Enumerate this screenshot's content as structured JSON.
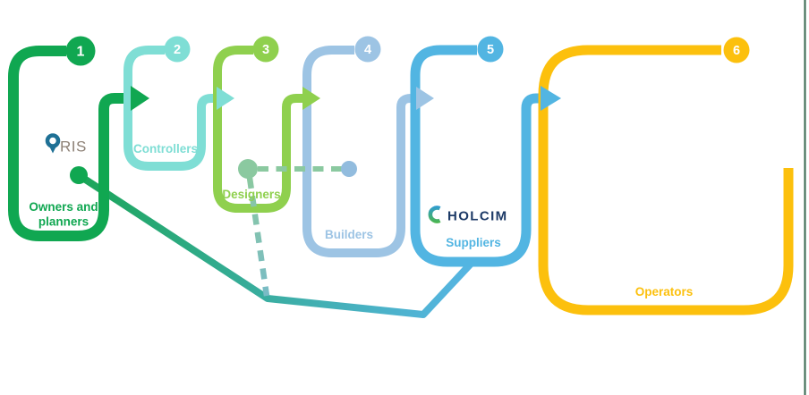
{
  "diagram": {
    "stages": [
      {
        "number": "1",
        "label_line1": "Owners and",
        "label_line2": "planners",
        "color": "#10A751"
      },
      {
        "number": "2",
        "label": "Controllers",
        "color": "#7FDED5"
      },
      {
        "number": "3",
        "label": "Designers",
        "color": "#8FD04E"
      },
      {
        "number": "4",
        "label": "Builders",
        "color": "#9DC4E4"
      },
      {
        "number": "5",
        "label": "Suppliers",
        "color": "#52B5E2"
      },
      {
        "number": "6",
        "label": "Operators",
        "color": "#FCC00D"
      }
    ],
    "logos": {
      "oris": {
        "text": "RIS",
        "pin_color": "#1E7095",
        "text_color": "#8D8176"
      },
      "holcim": {
        "text": "HOLCIM",
        "text_color": "#1D3A67",
        "icon_blue": "#2E9BD6",
        "icon_green": "#4CB748"
      }
    },
    "connectors": {
      "flow_line_start_color": "#1BA558",
      "flow_line_end_color": "#56B5E3",
      "dashed_color": "#8BC9A0",
      "dashed_diag_end_color": "#79BBC6",
      "dashed_end_dot_color": "#92BCDE"
    },
    "misc": {
      "right_edge_line_color": "#35654C"
    }
  }
}
